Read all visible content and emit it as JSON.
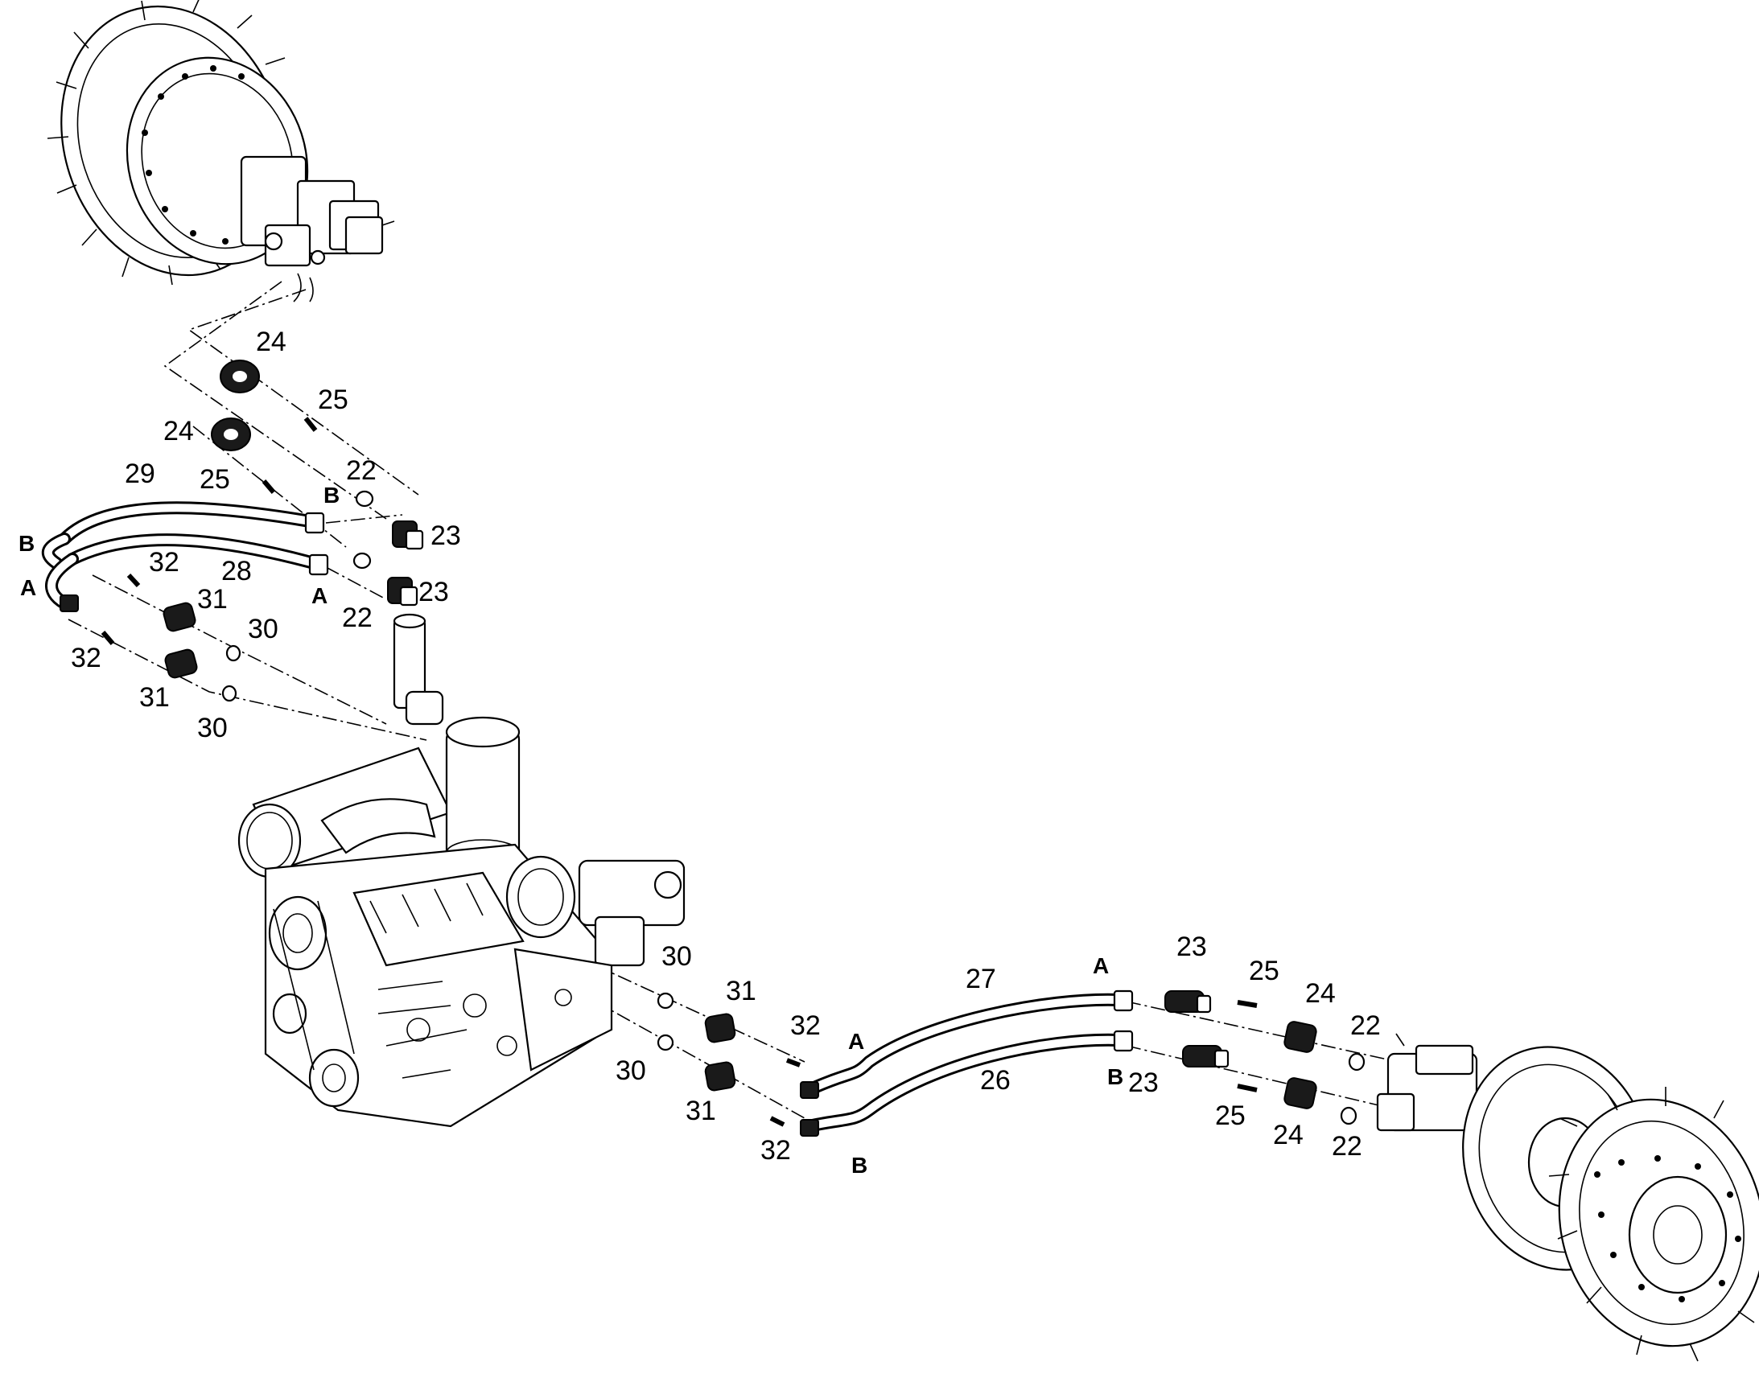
{
  "diagram": {
    "callouts": {
      "c24a": "24",
      "c25a": "25",
      "c24b": "24",
      "c25b": "25",
      "c22a": "22",
      "c29": "29",
      "c23a": "23",
      "c32a": "32",
      "c28": "28",
      "c23b": "23",
      "c31a": "31",
      "c22b": "22",
      "c30a": "30",
      "c32b": "32",
      "c31b": "31",
      "c30b": "30",
      "c30c": "30",
      "c31c": "31",
      "c32c": "32",
      "c30d": "30",
      "c31d": "31",
      "c32d": "32",
      "c27": "27",
      "c26": "26",
      "c23c": "23",
      "c25c": "25",
      "c24c": "24",
      "c22c": "22",
      "c23d": "23",
      "c25d": "25",
      "c24d": "24",
      "c22d": "22"
    },
    "ports": {
      "pB1": "B",
      "pA1": "A",
      "pB2": "B",
      "pA2": "A",
      "pA3": "A",
      "pA4": "A",
      "pB3": "B",
      "pB4": "B"
    }
  }
}
